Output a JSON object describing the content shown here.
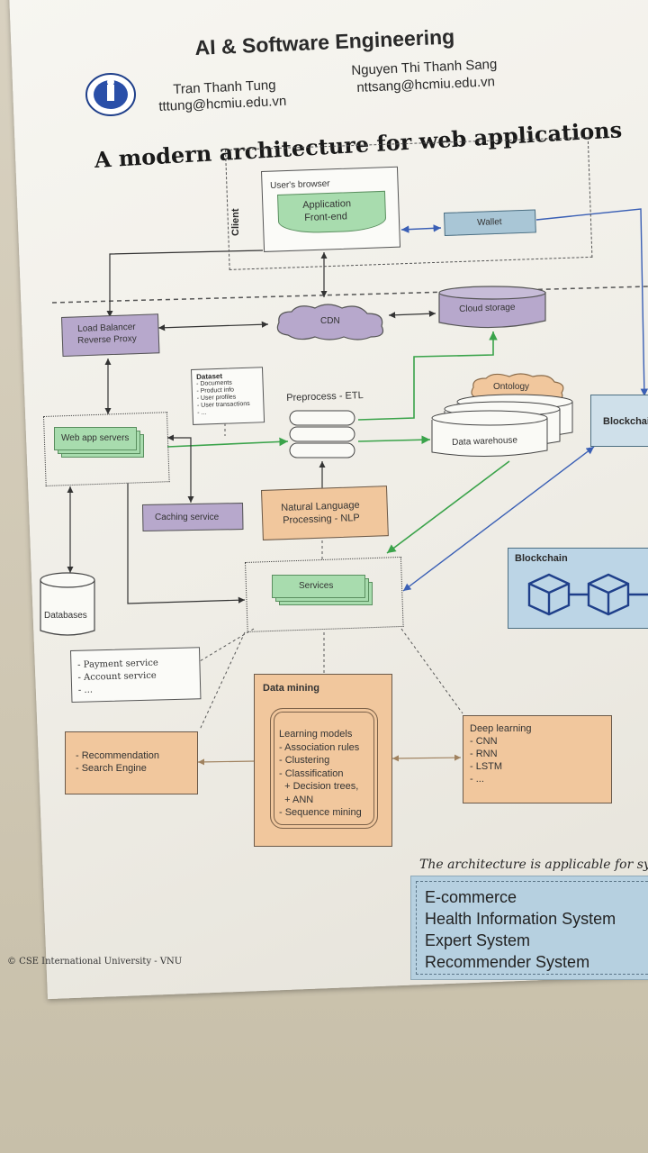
{
  "header": {
    "title": "AI & Software Engineering",
    "author1": "Tran Thanh Tung",
    "email1": "tttung@hcmiu.edu.vn",
    "author2": "Nguyen Thi Thanh Sang",
    "email2": "nttsang@hcmiu.edu.vn",
    "subtitle": "A modern architecture for web applications"
  },
  "client": {
    "label": "Client",
    "browser": "User's browser",
    "frontend_line1": "Application",
    "frontend_line2": "Front-end",
    "wallet": "Wallet"
  },
  "infra": {
    "lb_line1": "Load Balancer",
    "lb_line2": "Reverse Proxy",
    "cdn": "CDN",
    "cloud": "Cloud storage",
    "dataset_title": "Dataset",
    "dataset_items": "- Documents\n- Product info\n- User profiles\n- User transactions\n- ...",
    "preprocess": "Preprocess - ETL",
    "ontology": "Ontology",
    "warehouse": "Data warehouse",
    "blockchain_top": "Blockchain",
    "webapp": "Web app servers",
    "caching": "Caching service",
    "nlp_line1": "Natural Language",
    "nlp_line2": "Processing - NLP",
    "databases": "Databases",
    "services": "Services",
    "blockchain": "Blockchain"
  },
  "service_list": "- Payment service\n- Account service\n- ...",
  "datamining": {
    "title": "Data mining",
    "models": "Learning models\n- Association rules\n- Clustering\n- Classification\n  + Decision trees,\n  + ANN\n- Sequence mining"
  },
  "recommend": "- Recommendation\n- Search Engine",
  "deep": "Deep learning\n- CNN\n- RNN\n- LSTM\n- ...",
  "applicable": {
    "heading": "The architecture is applicable for sy",
    "items": [
      "E-commerce",
      "Health Information System",
      "Expert System",
      "Recommender System"
    ]
  },
  "footer": "© CSE International University - VNU",
  "colors": {
    "purple": "#b7a8cc",
    "orange": "#f1c79d",
    "green": "#a8dcae",
    "steel": "#a9c6d6",
    "arrow_green": "#3aa34a",
    "arrow_blue": "#3a5fb5"
  }
}
